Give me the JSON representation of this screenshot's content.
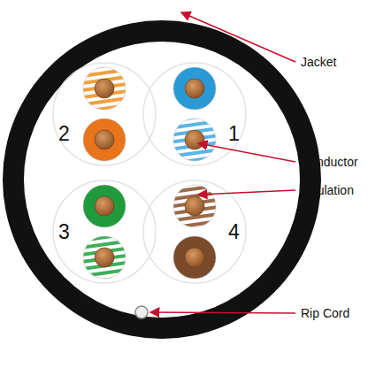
{
  "diagram": {
    "labels": [
      "2",
      "1",
      "3",
      "4",
      "Jacket",
      "Conductor",
      "Insulation",
      "Rip Cord"
    ]
  }
}
